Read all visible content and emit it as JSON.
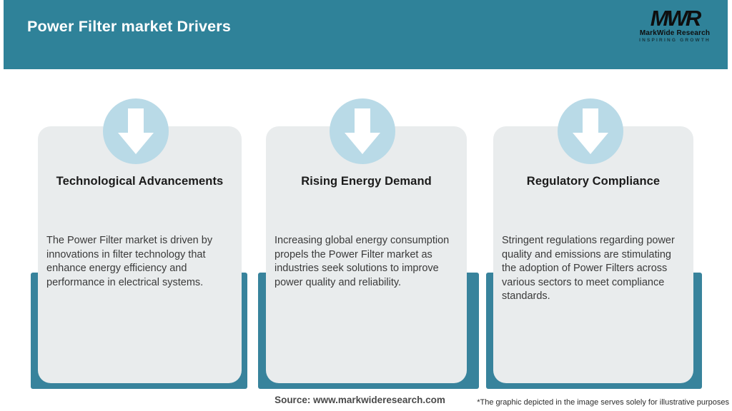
{
  "header": {
    "title": "Power Filter market Drivers"
  },
  "logo": {
    "monogram": "MWR",
    "name": "MarkWide Research",
    "tagline": "INSPIRING GROWTH"
  },
  "cards": [
    {
      "title": "Technological Advancements",
      "body": "The Power Filter market is driven by innovations in filter technology that enhance energy efficiency and performance in electrical systems."
    },
    {
      "title": "Rising Energy Demand",
      "body": "Increasing global energy consumption propels the Power Filter market as industries seek solutions to improve power quality and reliability."
    },
    {
      "title": "Regulatory Compliance",
      "body": "Stringent regulations regarding power quality and emissions are stimulating the adoption of Power Filters across various sectors to meet compliance standards."
    }
  ],
  "footer": {
    "source": "Source: www.markwideresearch.com",
    "disclaimer": "*The graphic depicted in the image serves solely for illustrative purposes"
  },
  "colors": {
    "header_teal": "#2f8299",
    "back_rect_teal": "#38839c",
    "circle_blue": "#b9dae7",
    "card_gray": "#e9eced",
    "arrow_white": "#ffffff"
  }
}
